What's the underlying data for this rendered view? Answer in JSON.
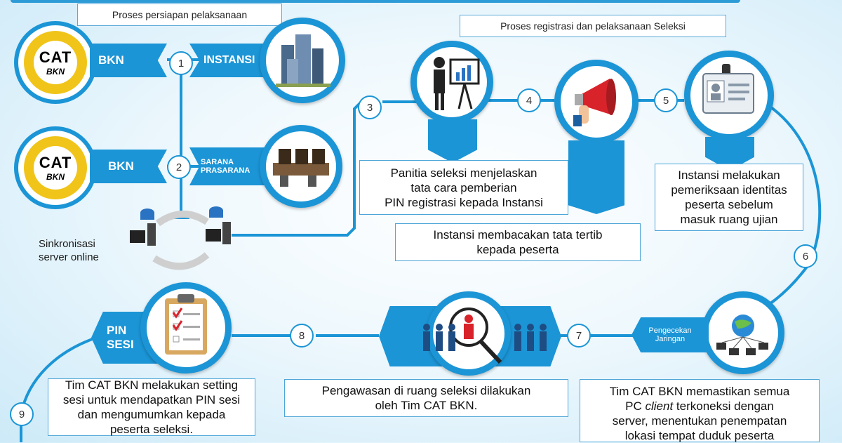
{
  "labels": {
    "prep": "Proses persiapan pelaksanaan",
    "reg": "Proses registrasi dan pelaksanaan Seleksi"
  },
  "logo": {
    "main": "CAT",
    "sub": "BKN"
  },
  "tags": {
    "bkn1": "BKN",
    "instansi": "INSTANSI",
    "bkn2": "BKN",
    "sarana_line1": "SARANA",
    "sarana_line2": "PRASARANA",
    "pin_line1": "PIN",
    "pin_line2": "SESI",
    "jaringan_line1": "Pengecekan",
    "jaringan_line2": "Jaringan"
  },
  "steps": [
    "1",
    "2",
    "3",
    "4",
    "5",
    "6",
    "7",
    "8",
    "9"
  ],
  "sync": {
    "line1": "Sinkronisasi",
    "line2": "server online"
  },
  "boxes": {
    "step3_l1": "Panitia seleksi menjelaskan",
    "step3_l2": "tata cara pemberian",
    "step3_l3": "PIN registrasi kepada Instansi",
    "step4_l1": "Instansi membacakan tata tertib",
    "step4_l2": "kepada peserta",
    "step5_l1": "Instansi melakukan",
    "step5_l2": "pemeriksaan identitas",
    "step5_l3": "peserta sebelum",
    "step5_l4": "masuk ruang ujian",
    "step8_l1": "Pengawasan di ruang seleksi dilakukan",
    "step8_l2": "oleh Tim CAT BKN.",
    "step9_l1": "Tim CAT BKN melakukan setting",
    "step9_l2": "sesi untuk mendapatkan PIN sesi",
    "step9_l3": "dan mengumumkan kepada",
    "step9_l4": "peserta seleksi.",
    "step7_l1": "Tim CAT BKN memastikan semua",
    "step7_l2a": "PC ",
    "step7_l2b": "client",
    "step7_l2c": " terkoneksi dengan",
    "step7_l3": "server, menentukan penempatan",
    "step7_l4": "lokasi tempat duduk peserta"
  },
  "colors": {
    "primary": "#1b95d6",
    "accent": "#d9232a",
    "gold": "#f0c419"
  }
}
